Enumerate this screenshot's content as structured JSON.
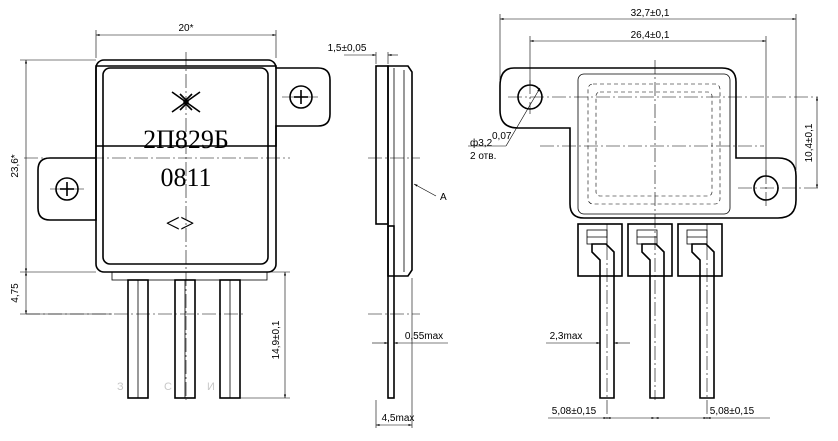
{
  "front_view": {
    "width_dim": "20*",
    "height_dim": "23,6*",
    "lead_dim": "4,75",
    "lead_len_dim": "14,9±0,1",
    "marking_type": "2П829Б",
    "marking_date": "0811",
    "quality_mark": "<>",
    "pin_labels": [
      "З",
      "С",
      "И"
    ]
  },
  "side_view": {
    "flange_dim": "1,5±0,05",
    "lead_thk_dim": "0,55max",
    "total_thk_dim": "4,5max",
    "view_label": "А"
  },
  "back_view": {
    "overall_width_dim": "32,7±0,1",
    "hole_spacing_dim": "26,4±0,1",
    "hole_offset_dim": "10,4±0,1",
    "hole_dia_dim": "ф3,2",
    "hole_dia_tol": "0,07",
    "hole_count": "2 отв.",
    "lead_width_dim": "2,3max",
    "pitch_dim_left": "5,08±0,15",
    "pitch_dim_right": "5,08±0,15"
  }
}
